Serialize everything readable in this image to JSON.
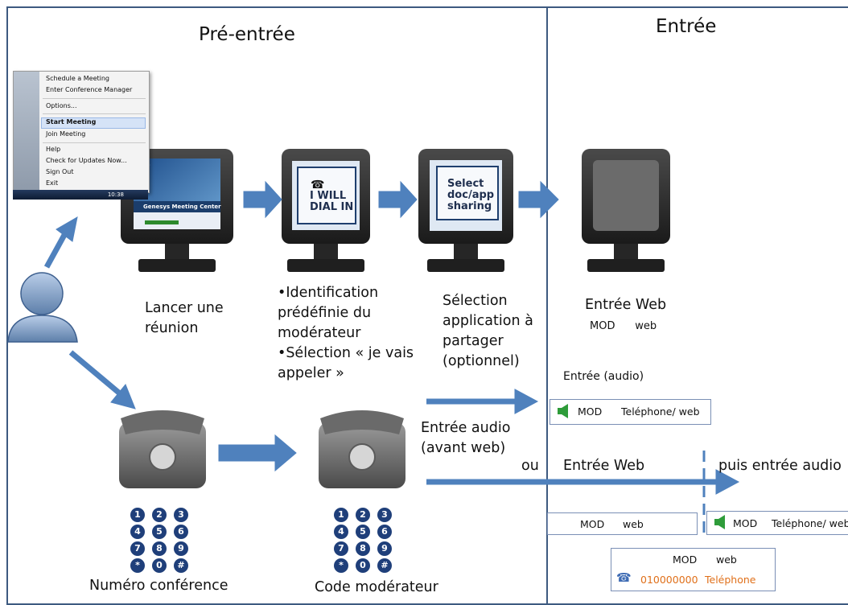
{
  "headings": {
    "pre_entry": "Pré-entrée",
    "entry": "Entrée"
  },
  "context_menu": {
    "items": [
      "Schedule a Meeting",
      "Enter Conference Manager",
      "Options...",
      "Start Meeting",
      "Join Meeting",
      "Help",
      "Check for Updates Now...",
      "Sign Out",
      "Exit"
    ],
    "taskbar_time": "10:38"
  },
  "screens": {
    "launch_brand": "Genesys Meeting Center",
    "dial_in": "I WILL\nDIAL IN",
    "select_share": "Select\ndoc/app\nsharing"
  },
  "labels": {
    "launch": "Lancer une\nréunion",
    "identification": "•Identification\nprédéfinie du\nmodérateur\n•Sélection « je vais\nappeler »",
    "selection": "Sélection\napplication à\npartager\n(optionnel)",
    "entree_web": "Entrée Web",
    "entree_web_sub": "MOD      web",
    "entree_audio_title": "Entrée (audio)",
    "audio_first": "Entrée audio\n(avant web)",
    "ou": "ou",
    "entree_web_2": "Entrée Web",
    "puis_audio": "puis entrée audio",
    "numero": "Numéro conférence",
    "code": "Code modérateur"
  },
  "boxes": {
    "audio_box": {
      "mod": "MOD",
      "type": "Teléphone/ web"
    },
    "web_box": {
      "mod": "MOD",
      "type": "web"
    },
    "phone_box": {
      "mod": "MOD",
      "type": "Teléphone/ web"
    },
    "final_box": {
      "mod": "MOD",
      "type": "web",
      "number": "010000000",
      "phone": "Teléphone"
    }
  },
  "keypad": [
    "1",
    "2",
    "3",
    "4",
    "5",
    "6",
    "7",
    "8",
    "9",
    "*",
    "0",
    "#"
  ],
  "colors": {
    "arrow": "#4f81bd",
    "frame": "#3d5a80",
    "speaker": "#2e9c3a",
    "orange": "#e0701a"
  }
}
